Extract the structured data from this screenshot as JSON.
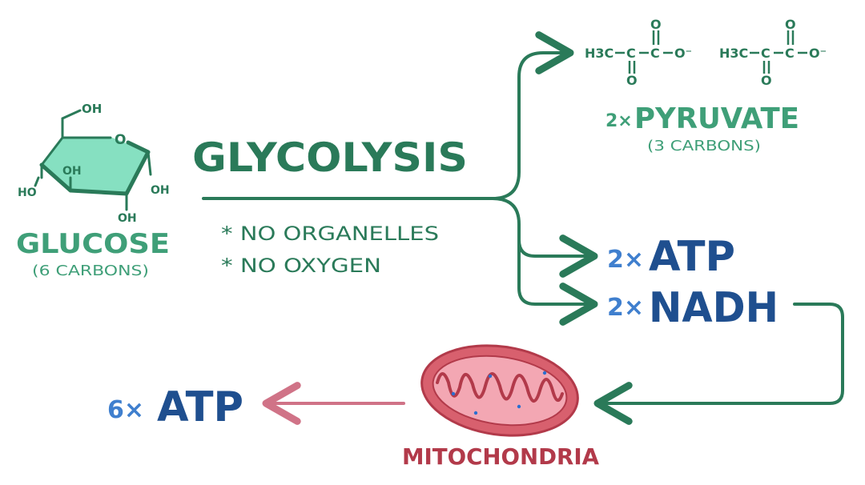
{
  "colors": {
    "dark_green": "#2a7a59",
    "mid_green": "#3f9f78",
    "light_green": "#86e0c1",
    "navy": "#1f4f8f",
    "blue": "#3f7fce",
    "pink": "#d07387",
    "maroon": "#b23a4a",
    "mito_fill": "#d8606e",
    "mito_inner": "#f3a7b3"
  },
  "glucose": {
    "name": "GLUCOSE",
    "carbons": "(6 CARBONS)",
    "ring_o": "O",
    "oh_top": "OH",
    "oh_inner": "OH",
    "ho_left": "HO",
    "oh_right": "OH",
    "oh_bottom": "OH"
  },
  "process": {
    "title": "GLYCOLYSIS",
    "notes": [
      "* NO ORGANELLES",
      "* NO OXYGEN"
    ]
  },
  "pyruvate": {
    "formula_left": "H3C",
    "carbon": "C",
    "oxygen": "O",
    "oxygen_minus": "O⁻",
    "multiplier": "2×",
    "name": "PYRUVATE",
    "carbons": "(3 CARBONS)"
  },
  "products": {
    "atp_mult": "2×",
    "atp": "ATP",
    "nadh_mult": "2×",
    "nadh": "NADH"
  },
  "organelle": {
    "label": "MITOCHONDRIA"
  },
  "result": {
    "mult": "6×",
    "atp": "ATP"
  }
}
